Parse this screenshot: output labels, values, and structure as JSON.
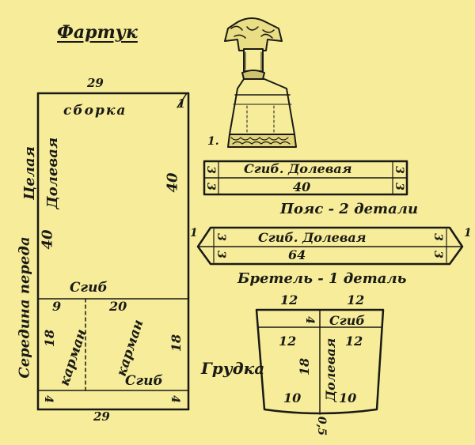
{
  "title": "Фартук",
  "apron_panel": {
    "top_width": "29",
    "bottom_width": "29",
    "gather": "сборка",
    "side_length": "40",
    "top_corner": "1",
    "fold_whole": "Целая",
    "share_vertical": "Долевая",
    "length_left": "40",
    "center_front": "Середина переда",
    "fold_line": "Сгиб",
    "pocket_left_width": "9",
    "pocket_right_width": "20",
    "pocket_height_left": "18",
    "pocket_height_right": "18",
    "pocket_label_left": "карман",
    "pocket_label_right": "карман",
    "fold_bottom": "Сгиб",
    "hem_left": "4",
    "hem_right": "4"
  },
  "belt": {
    "fold_label": "Сгиб. Долевая",
    "length": "40",
    "edge_left_top": "3",
    "edge_left_bottom": "3",
    "edge_right_top": "3",
    "edge_right_bottom": "3",
    "caption": "Пояс - 2 детали"
  },
  "strap": {
    "fold_label": "Сгиб. Долевая",
    "length": "64",
    "tip_left": "1",
    "tip_right": "1",
    "edge_left_top": "3",
    "edge_left_bottom": "3",
    "edge_right_top": "3",
    "edge_right_bottom": "3",
    "caption": "Бретель - 1 деталь"
  },
  "bib": {
    "top_left": "12",
    "top_right": "12",
    "fold_height": "4",
    "fold_label": "Сгиб",
    "mid_left": "12",
    "mid_right": "12",
    "height": "18",
    "share_vertical": "Долевая",
    "bottom_left": "10",
    "bottom_right": "10",
    "bottom_drop": "0,5",
    "caption": "Грудка"
  },
  "figure_number": "1."
}
